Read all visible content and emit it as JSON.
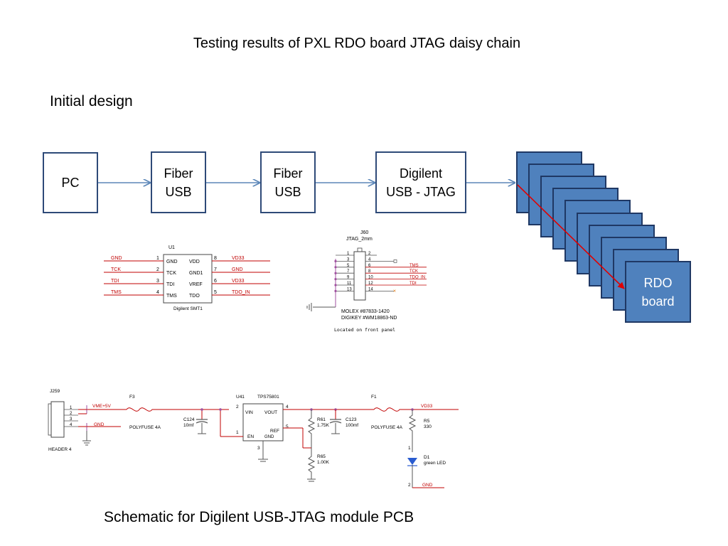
{
  "title": "Testing results of PXL RDO board JTAG daisy chain",
  "subtitle": "Initial design",
  "caption": "Schematic for Digilent USB-JTAG module PCB",
  "blocks": {
    "pc": "PC",
    "fiber_usb_1": "Fiber\nUSB",
    "fiber_usb_2": "Fiber\nUSB",
    "digilent": "Digilent\nUSB - JTAG",
    "rdo": "RDO\nboard"
  },
  "colors": {
    "box_border": "#2e4a78",
    "arrow": "#5b86b8",
    "rdo_fill": "#4f81bd",
    "rdo_border": "#1f3864",
    "chain_arrow": "#e00000",
    "net_red": "#c00000"
  },
  "schematic_u1": {
    "ref": "U1",
    "part": "Digilent SMT1",
    "left_nets": [
      "GND",
      "TCK",
      "TDI",
      "TMS"
    ],
    "left_pins": [
      "1",
      "2",
      "3",
      "4"
    ],
    "left_labels": [
      "GND",
      "TCK",
      "TDI",
      "TMS"
    ],
    "right_labels": [
      "VDD",
      "GND1",
      "VREF",
      "TDO"
    ],
    "right_pins": [
      "8",
      "7",
      "6",
      "5"
    ],
    "right_nets": [
      "VD33",
      "GND",
      "VD33",
      "TDO_IN"
    ]
  },
  "schematic_j60": {
    "ref": "J60",
    "part": "JTAG_2mm",
    "left_pins": [
      "1",
      "3",
      "5",
      "7",
      "9",
      "11",
      "13"
    ],
    "right_pins": [
      "2",
      "4",
      "6",
      "8",
      "10",
      "12",
      "14"
    ],
    "nets": [
      "TMS",
      "TCK",
      "TDO_IN",
      "TDI"
    ],
    "molex": "MOLEX #87833-1420",
    "digikey": "DIGIKEY #WM18863-ND",
    "location": "Located on front panel"
  },
  "schematic_power": {
    "header_ref": "J259",
    "header_name": "HEADER 4",
    "header_pins": [
      "1",
      "2",
      "3",
      "4"
    ],
    "vme": "VME+5V",
    "gnd": "GND",
    "f3": "F3",
    "polyfuse": "POLYFUSE 4A",
    "c124": "C124",
    "c124_val": "10mf",
    "u41": "U41",
    "tps": "TPS75801",
    "pin2": "2",
    "pin4": "4",
    "pin5": "5",
    "pin1": "1",
    "pin3": "3",
    "vin": "VIN",
    "vout": "VOUT",
    "en": "EN",
    "gnd_pin": "GND",
    "ref": "REF",
    "r61": "R61",
    "r61_val": "1.75K",
    "c123": "C123",
    "c123_val": "100mf",
    "r65": "R65",
    "r65_val": "1.00K",
    "f1": "F1",
    "vd33": "VD33",
    "r5": "R5",
    "r5_val": "330",
    "d1": "D1",
    "d1_val": "green LED",
    "led_pin1": "1",
    "led_pin2": "2"
  }
}
